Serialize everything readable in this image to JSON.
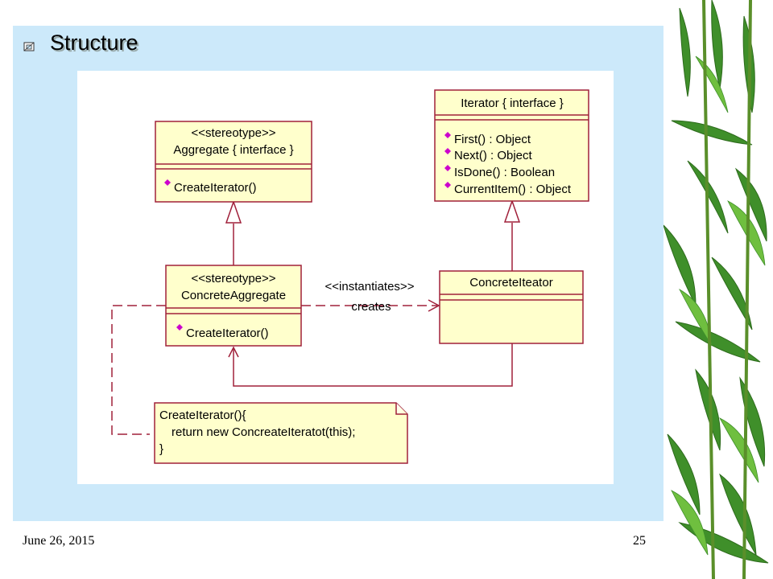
{
  "slide": {
    "title": "Structure",
    "footer_date": "June 26, 2015",
    "page_number": "25"
  },
  "colors": {
    "panel_bg": "#cce9fa",
    "class_fill": "#ffffcc",
    "class_border": "#a0203a",
    "method_marker": "#cc00cc"
  },
  "diagram": {
    "aggregate": {
      "stereotype": "<<stereotype>>",
      "name": "Aggregate { interface }",
      "methods": [
        "CreateIterator()"
      ]
    },
    "iterator": {
      "name": "Iterator { interface }",
      "methods": [
        "First() : Object",
        "Next() : Object",
        "IsDone() : Boolean",
        "CurrentItem() : Object"
      ]
    },
    "concrete_aggregate": {
      "stereotype": "<<stereotype>>",
      "name": "ConcreteAggregate",
      "methods": [
        "CreateIterator()"
      ]
    },
    "concrete_iterator": {
      "name": "ConcreteIteator"
    },
    "instantiates_label": "<<instantiates>>",
    "creates_label": "creates",
    "note": {
      "lines": [
        "CreateIterator(){",
        "return new ConcreateIteratot(this);",
        "}"
      ]
    }
  }
}
